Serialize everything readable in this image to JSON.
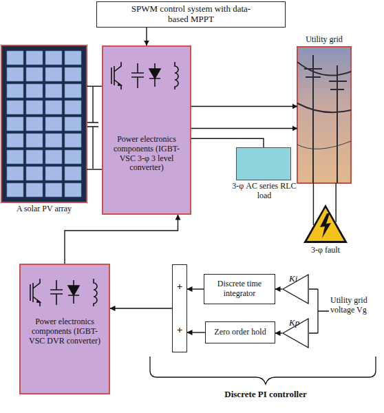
{
  "diagram": {
    "nodes": [
      {
        "text": [
          "SPWM control system with data-based MPPT"
        ]
      },
      {
        "text": [
          "A solar PV array"
        ]
      },
      {
        "text": [
          "Power electronics components (IGBT-VSC 3-φ 3 level converter)"
        ]
      },
      {
        "text": [
          "Utility grid"
        ]
      },
      {
        "text": [
          "3-φ AC series RLC load"
        ]
      },
      {
        "text": [
          "3-φ fault"
        ]
      },
      {
        "text": [
          "Power electronics components (IGBT-VSC DVR converter)"
        ]
      },
      {
        "text": [
          "+",
          "+"
        ]
      },
      {
        "text": [
          "Discrete time integrator"
        ]
      },
      {
        "text": [
          "Zero order hold"
        ]
      },
      {
        "text": [
          "Ki"
        ]
      },
      {
        "text": [
          "Kp"
        ]
      }
    ],
    "edges": [
      {
        "from": 0,
        "to": 2,
        "arrow": "to"
      },
      {
        "from": 1,
        "to": 2,
        "arrow": "none"
      },
      {
        "from": 2,
        "to": 3,
        "arrow": "to"
      },
      {
        "from": 2,
        "to": 4,
        "arrow": "none"
      },
      {
        "from": 3,
        "to": 5,
        "arrow": "none"
      },
      {
        "from": 7,
        "to": 6,
        "arrow": "to"
      },
      {
        "from": 6,
        "to": 2,
        "arrow": "to"
      },
      {
        "from": 8,
        "to": 7,
        "arrow": "to"
      },
      {
        "from": 9,
        "to": 7,
        "arrow": "to"
      },
      {
        "from": 10,
        "to": 8,
        "arrow": "to"
      },
      {
        "from": 11,
        "to": 9,
        "arrow": "to"
      }
    ],
    "labels": [
      "Utility grid voltage Vg",
      "Discrete PI controller"
    ]
  }
}
